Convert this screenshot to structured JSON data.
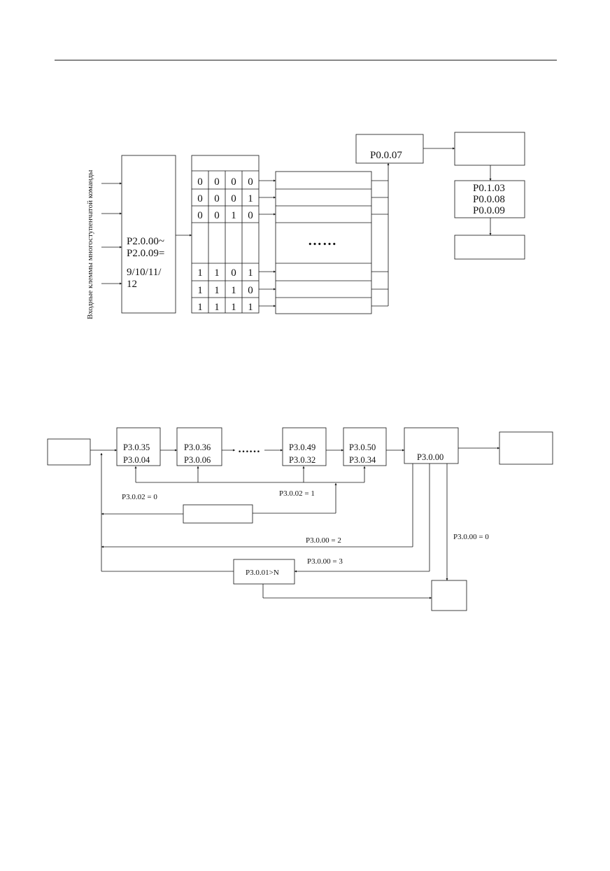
{
  "page": {
    "header_rule": true
  },
  "diagram1": {
    "vertical_label": "Входные клеммы многоступенчатой команды",
    "input_block_lines": [
      "P2.0.00~",
      "P2.0.09=",
      "9/10/11/",
      "12"
    ],
    "bit_rows": [
      [
        "0",
        "0",
        "0",
        "0"
      ],
      [
        "0",
        "0",
        "0",
        "1"
      ],
      [
        "0",
        "0",
        "1",
        "0"
      ],
      [
        "1",
        "1",
        "0",
        "1"
      ],
      [
        "1",
        "1",
        "1",
        "0"
      ],
      [
        "1",
        "1",
        "1",
        "1"
      ]
    ],
    "ellipsis": "……",
    "select_block": "P0.0.07",
    "param_lines": [
      "P0.1.03",
      "P0.0.08",
      "P0.0.09"
    ]
  },
  "diagram2": {
    "steps": [
      {
        "top": "P3.0.35",
        "bottom": "P3.0.04"
      },
      {
        "top": "P3.0.36",
        "bottom": "P3.0.06"
      },
      {
        "top": "P3.0.49",
        "bottom": "P3.0.32"
      },
      {
        "top": "P3.0.50",
        "bottom": "P3.0.34"
      }
    ],
    "dots": "……",
    "mode_block": "P3.0.00",
    "label_p3002_0": "P3.0.02 = 0",
    "label_p3002_1": "P3.0.02 = 1",
    "label_p3000_2": "P3.0.00 = 2",
    "label_p3000_3": "P3.0.00 = 3",
    "label_p3000_0": "P3.0.00 = 0",
    "counter_block": "P3.0.01>N"
  }
}
